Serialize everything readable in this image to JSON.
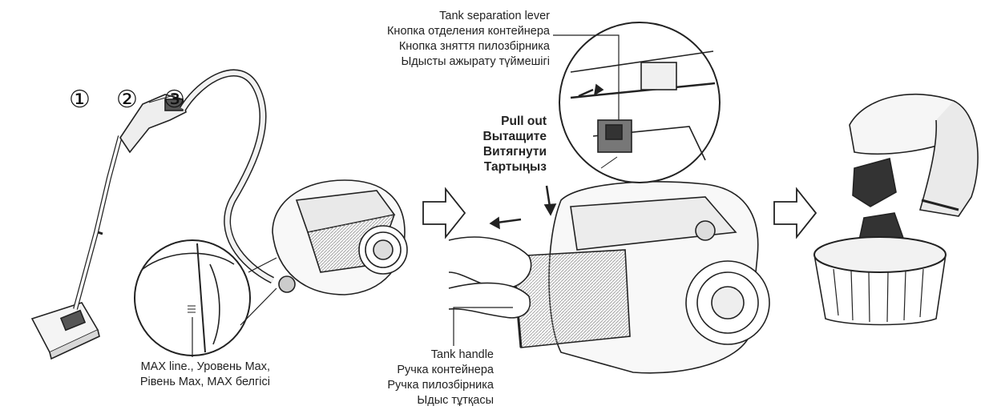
{
  "step_markers": [
    "①",
    "②",
    "③"
  ],
  "max_line_label": {
    "line1": "MAX line., Уровень Max,",
    "line2": "Рівень Max, MAX белгісі"
  },
  "tank_separation_lever": {
    "en": "Tank separation lever",
    "ru": "Кнопка отделения контейнера",
    "uk": "Кнопка зняття пилозбірника",
    "kk": "Ыдысты ажырату түймешігі"
  },
  "pull_out": {
    "en": "Pull out",
    "ru": "Вытащите",
    "uk": "Витягнути",
    "kk": "Тартыңыз"
  },
  "tank_handle": {
    "en": "Tank handle",
    "ru": "Ручка контейнера",
    "uk": "Ручка пилозбірника",
    "kk": "Ыдыс тұтқасы"
  },
  "icons": [
    "vacuum-cleaner-illustration",
    "magnifier-callout",
    "arrow-right-icon",
    "trash-bin-illustration"
  ]
}
